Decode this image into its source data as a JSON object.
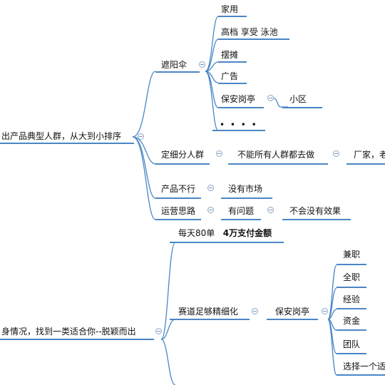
{
  "mindmap": {
    "topic1": "出产品典型人群，从大到小排序",
    "topic1_children": {
      "sunshade": "遮阳伞",
      "sunshade_children": [
        "家用",
        "高档 享受 泳池",
        "摆摊",
        "广告",
        "保安岗亭",
        "• • • •"
      ],
      "guard_child": "小区",
      "subdivide": "定细分人群",
      "subdivide_child": "不能所有人群都去做",
      "subdivide_grandchild": "厂家，老",
      "product_fail": "产品不行",
      "product_fail_child": "没有市场",
      "ops": "运营思路",
      "ops_child": "有问题",
      "ops_grandchild": "不会没有效果"
    },
    "topic2": "身情况，找到一类适合你--脱颖而出",
    "topic2_children": {
      "daily": "每天80单",
      "daily_amount": "4万支付金额",
      "track": "赛道足够精细化",
      "track_child": "保安岗亭",
      "track_grandchildren": [
        "兼职",
        "全职",
        "经验",
        "资金",
        "团队",
        "选择一个适"
      ]
    }
  },
  "colors": {
    "line": "#4a86c5",
    "toggle": "#8aa6c8"
  }
}
